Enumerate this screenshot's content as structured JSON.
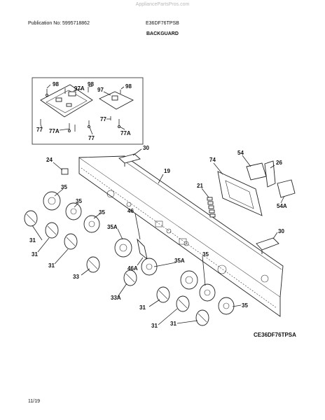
{
  "header": {
    "watermark": "AppliancePartsPros.com",
    "publication": "Publication No: 5995718862",
    "model": "E36DF76TPSB",
    "section_title": "BACKGUARD"
  },
  "footer": {
    "diagram_code": "CE36DF76TPSA",
    "page_number": "11/19"
  },
  "callouts": {
    "p98a": "98",
    "p97Aa": "97A",
    "p98b": "98",
    "p97": "97",
    "p98c": "98",
    "p77a": "77",
    "p77Aa": "77A",
    "p77b": "77",
    "p77c": "77",
    "p77Ab": "77A",
    "p30a": "30",
    "p24": "24",
    "p19": "19",
    "p74": "74",
    "p54": "54",
    "p26": "26",
    "p21": "21",
    "p54A": "54A",
    "p35a": "35",
    "p35b": "35",
    "p35c": "35",
    "p31a": "31",
    "p31b": "31",
    "p31c": "31",
    "p35A": "35A",
    "p46": "46",
    "p30b": "30",
    "p33": "33",
    "p46A": "46A",
    "p35Ab": "35A",
    "p35d": "35",
    "p33A": "33A",
    "p31d": "31",
    "p35e": "35",
    "p31e": "31",
    "p31f": "31"
  }
}
